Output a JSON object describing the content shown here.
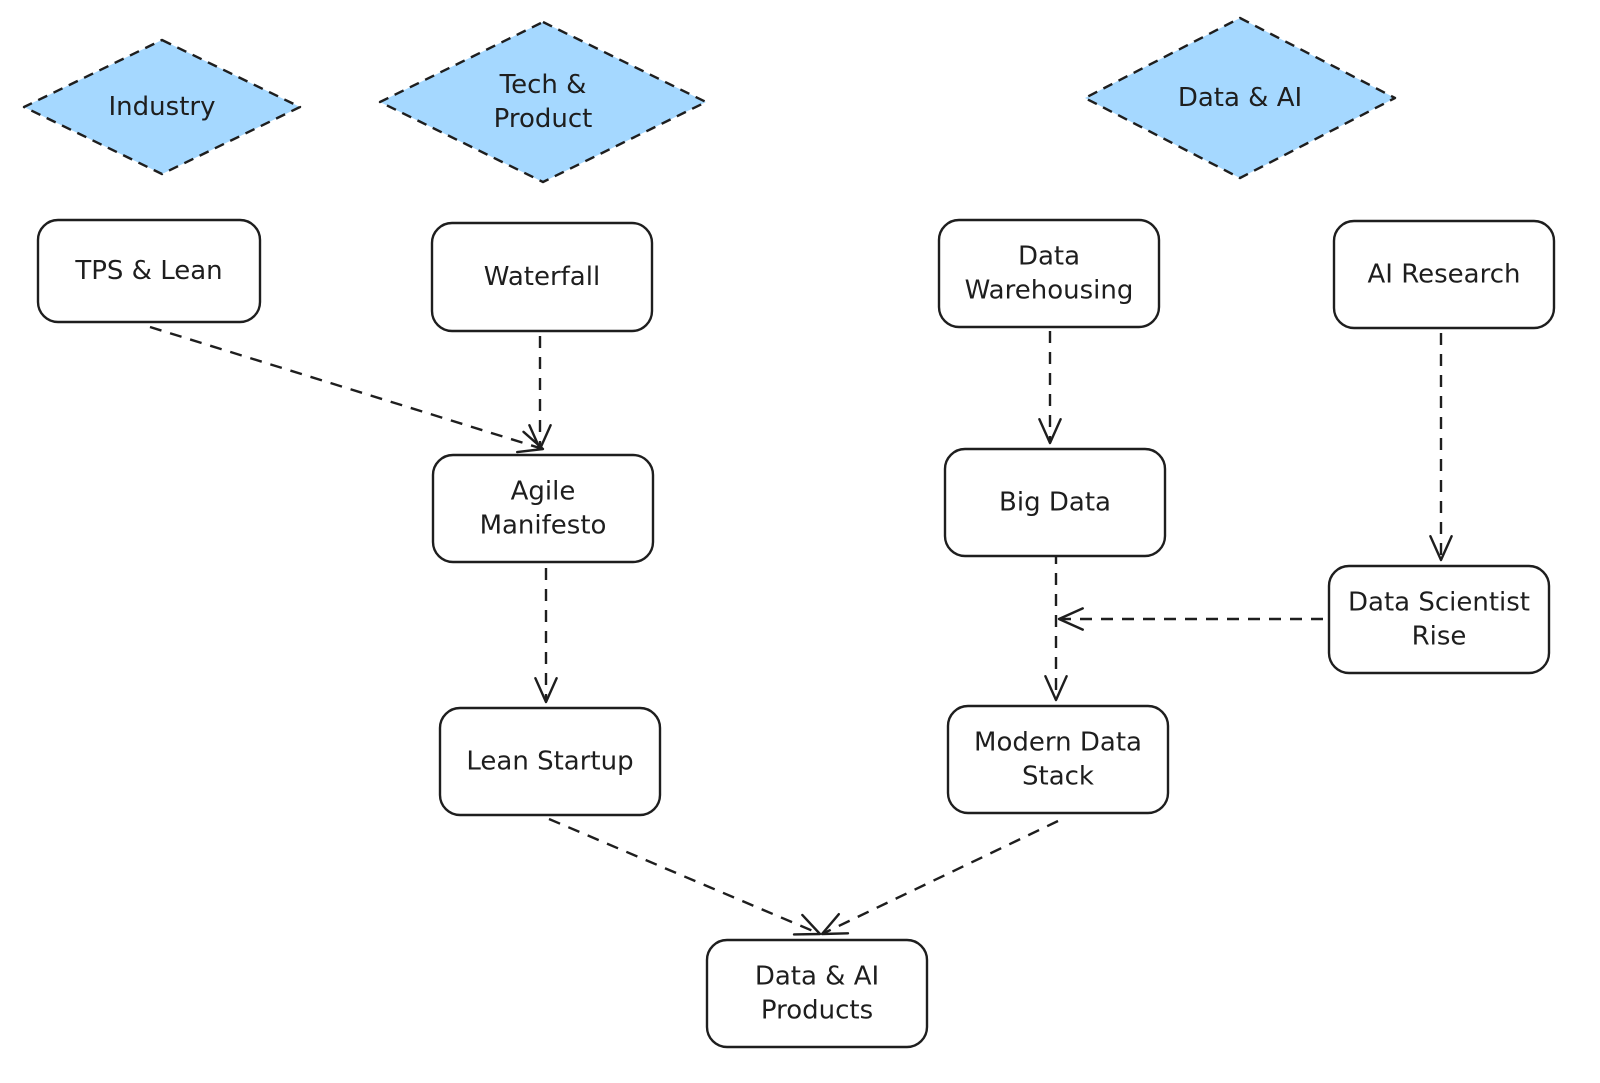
{
  "diagram": {
    "categories": [
      {
        "id": "industry",
        "label": [
          "Industry"
        ]
      },
      {
        "id": "tech-product",
        "label": [
          "Tech &",
          "Product"
        ]
      },
      {
        "id": "data-ai",
        "label": [
          "Data & AI"
        ]
      }
    ],
    "nodes": [
      {
        "id": "tps-lean",
        "label": [
          "TPS & Lean"
        ]
      },
      {
        "id": "waterfall",
        "label": [
          "Waterfall"
        ]
      },
      {
        "id": "agile-manifesto",
        "label": [
          "Agile",
          "Manifesto"
        ]
      },
      {
        "id": "lean-startup",
        "label": [
          "Lean Startup"
        ]
      },
      {
        "id": "data-warehousing",
        "label": [
          "Data",
          "Warehousing"
        ]
      },
      {
        "id": "big-data",
        "label": [
          "Big Data"
        ]
      },
      {
        "id": "modern-data-stack",
        "label": [
          "Modern Data",
          "Stack"
        ]
      },
      {
        "id": "ai-research",
        "label": [
          "AI Research"
        ]
      },
      {
        "id": "data-scientist-rise",
        "label": [
          "Data Scientist",
          "Rise"
        ]
      },
      {
        "id": "data-ai-products",
        "label": [
          "Data & AI",
          "Products"
        ]
      }
    ],
    "edges": [
      {
        "from": "tps-lean",
        "to": "agile-manifesto"
      },
      {
        "from": "waterfall",
        "to": "agile-manifesto"
      },
      {
        "from": "agile-manifesto",
        "to": "lean-startup"
      },
      {
        "from": "data-warehousing",
        "to": "big-data"
      },
      {
        "from": "big-data",
        "to": "modern-data-stack"
      },
      {
        "from": "ai-research",
        "to": "data-scientist-rise"
      },
      {
        "from": "data-scientist-rise",
        "to": "modern-data-stack"
      },
      {
        "from": "lean-startup",
        "to": "data-ai-products"
      },
      {
        "from": "modern-data-stack",
        "to": "data-ai-products"
      }
    ],
    "colors": {
      "category_fill": "#a5d8ff",
      "stroke": "#1e1e1e",
      "node_fill": "#ffffff"
    }
  }
}
